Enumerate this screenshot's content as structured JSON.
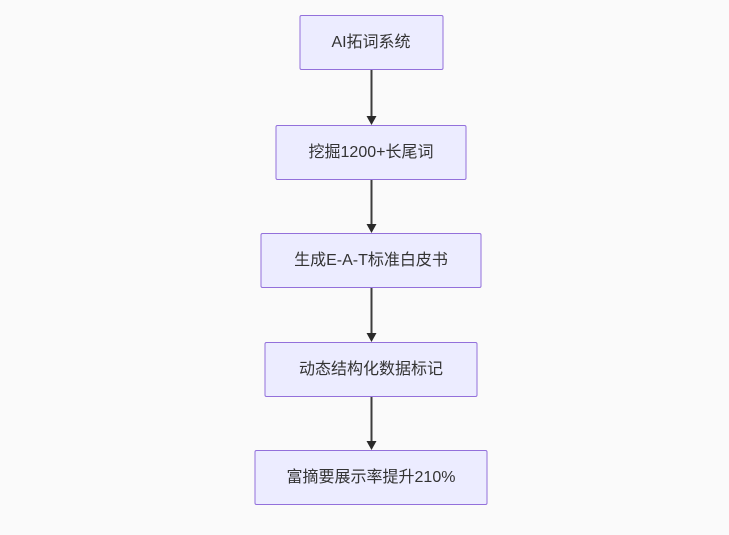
{
  "diagram": {
    "type": "flowchart",
    "direction": "top-down",
    "nodes": [
      {
        "id": "A",
        "label": "AI拓词系统"
      },
      {
        "id": "B",
        "label": "挖掘1200+长尾词"
      },
      {
        "id": "C",
        "label": "生成E-A-T标准白皮书"
      },
      {
        "id": "D",
        "label": "动态结构化数据标记"
      },
      {
        "id": "E",
        "label": "富摘要展示率提升210%"
      }
    ],
    "edges": [
      {
        "from": "A",
        "to": "B"
      },
      {
        "from": "B",
        "to": "C"
      },
      {
        "from": "C",
        "to": "D"
      },
      {
        "from": "D",
        "to": "E"
      }
    ],
    "colors": {
      "background": "#FAFAFA",
      "node_fill": "#ECECFF",
      "node_border": "#9370DB",
      "node_text": "#333333",
      "arrow": "#333333"
    }
  }
}
